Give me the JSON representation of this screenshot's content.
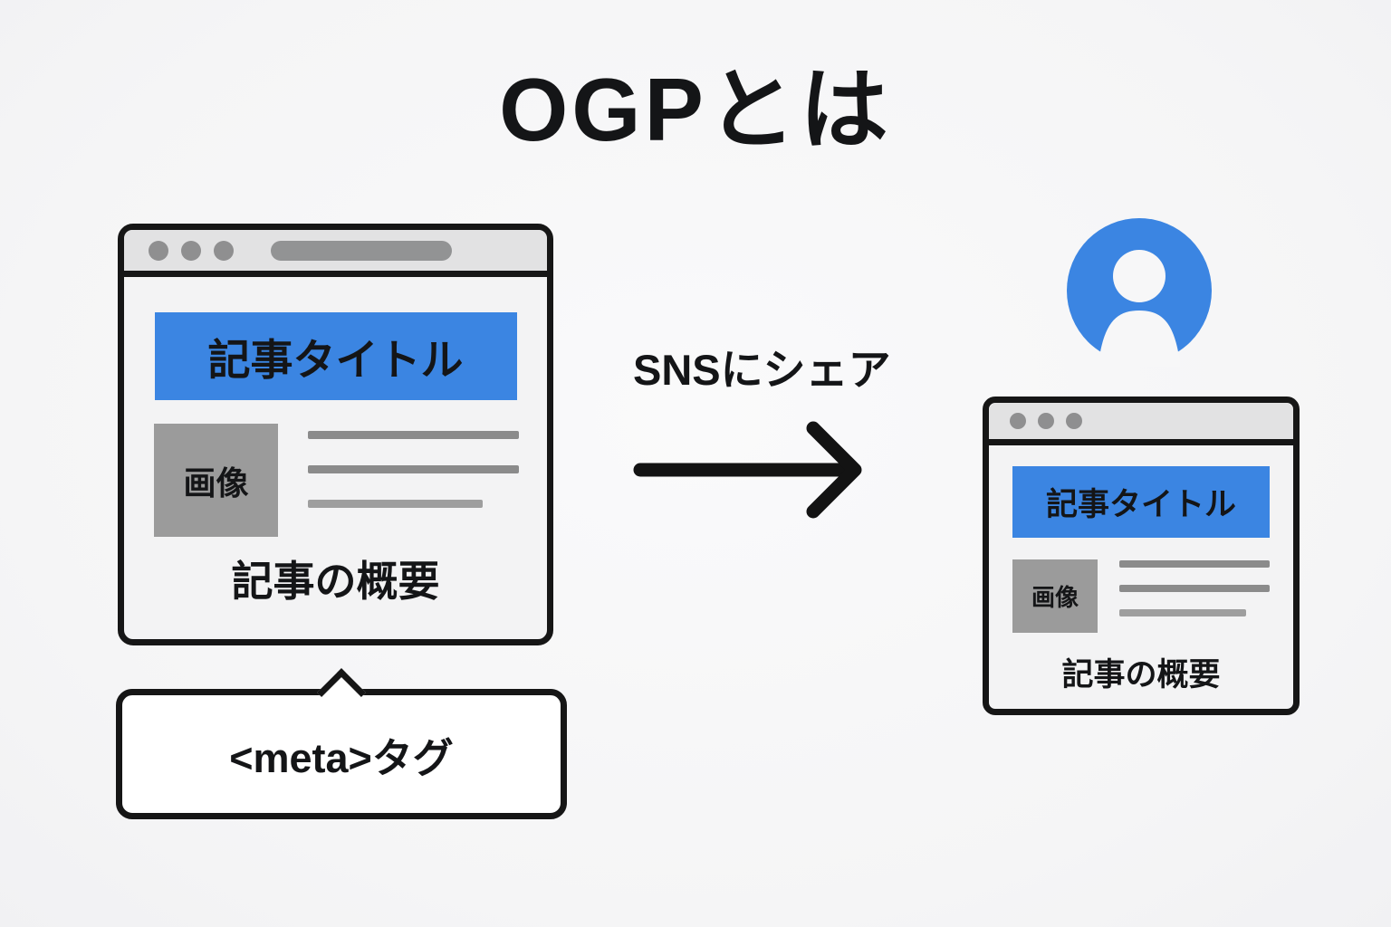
{
  "title": "OGPとは",
  "source_window": {
    "article_title": "記事タイトル",
    "image_label": "画像",
    "summary": "記事の概要",
    "placeholder_line_count": 3
  },
  "meta_callout": {
    "label": "<meta>タグ"
  },
  "share": {
    "label": "SNSにシェア",
    "arrow_icon": "right-arrow"
  },
  "preview_window": {
    "article_title": "記事タイトル",
    "image_label": "画像",
    "summary": "記事の概要",
    "placeholder_line_count": 3
  },
  "icons": {
    "avatar": "user-avatar",
    "browser_dots": "traffic-light-dots",
    "address_bar": "address-bar-pill",
    "callout_pointer": "speech-bubble-caret"
  },
  "colors": {
    "accent_blue": "#3b85e2",
    "outline_black": "#161616",
    "background": "#f7f7f8",
    "window_bg": "#f3f3f4",
    "chrome_gray": "#e2e2e3",
    "dot_gray": "#8f8f90",
    "image_gray": "#9b9b9b",
    "line_gray": "#8b8b8b",
    "line_gray_light": "#9e9e9e",
    "text_black": "#141517"
  }
}
